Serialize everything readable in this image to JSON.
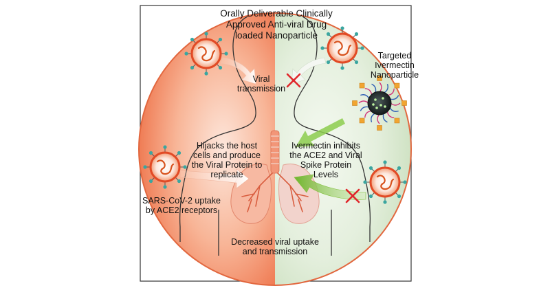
{
  "title": "Orally Deliverable Clinically\nApproved Anti-viral Drug\nloaded Nanoparticle",
  "labels": {
    "viral_transmission": "Viral\ntransmission",
    "targeted_np": "Targeted\nIvermectin\nNanoparticle",
    "hijacks": "Hijacks the host\ncells and produce\nthe Viral Protein to\nreplicate",
    "ivermectin_inhibits": "Ivermectin inhibits\nthe ACE2 and Viral\nSpike Protein\nLevels",
    "uptake": "SARS-CoV-2 uptake\nby ACE2 receptors",
    "decreased": "Decreased viral uptake\nand transmission"
  },
  "colors": {
    "left_fill": "#f5a27f",
    "right_fill": "#dcebd5",
    "arrow_green": "#7fbf3a",
    "cross_red": "#e0272b",
    "virus_red": "#e24a25",
    "spike_teal": "#3aa6a0"
  }
}
